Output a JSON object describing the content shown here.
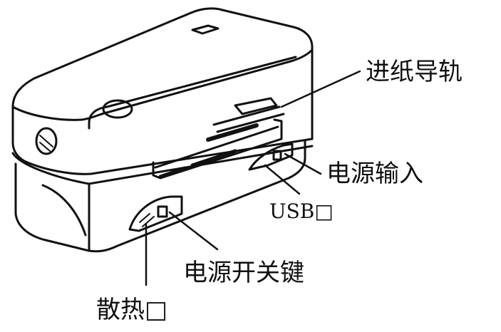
{
  "labels": {
    "paper_guide": "进纸导轨",
    "power_input": "电源输入",
    "usb_port": "USB□",
    "power_switch": "电源开关键",
    "vent": "散热□"
  },
  "colors": {
    "line": "#111111",
    "background": "#ffffff"
  }
}
